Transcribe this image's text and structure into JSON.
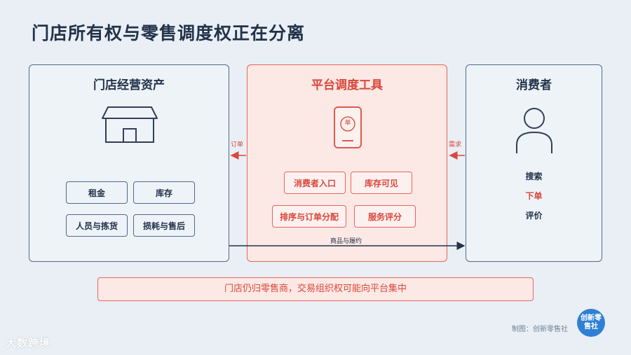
{
  "title": "门店所有权与零售调度权正在分离",
  "left_panel": {
    "title": "门店经营资产",
    "icon": "store-icon",
    "items": [
      "租金",
      "库存",
      "人员与拣货",
      "损耗与售后"
    ]
  },
  "middle_panel": {
    "title": "平台调度工具",
    "icon": "phone-order-icon",
    "phone_badge": "单",
    "items": [
      "消费者入口",
      "库存可见",
      "排序与订单分配",
      "服务评分"
    ]
  },
  "right_panel": {
    "title": "消费者",
    "icon": "person-icon",
    "actions": [
      "搜索",
      "下单",
      "评价"
    ]
  },
  "arrows": {
    "order": "订单",
    "demand": "需求",
    "fulfillment": "商品与履约"
  },
  "banner": "门店仍归零售商，交易组织权可能向平台集中",
  "credit": "制图：创新零售社",
  "badge": "创新零售社",
  "watermark": "大数跨境",
  "colors": {
    "accent_red": "#d9473c",
    "navy": "#22324a",
    "panel_border": "#4f6a8c",
    "background": "#e9eff5"
  }
}
